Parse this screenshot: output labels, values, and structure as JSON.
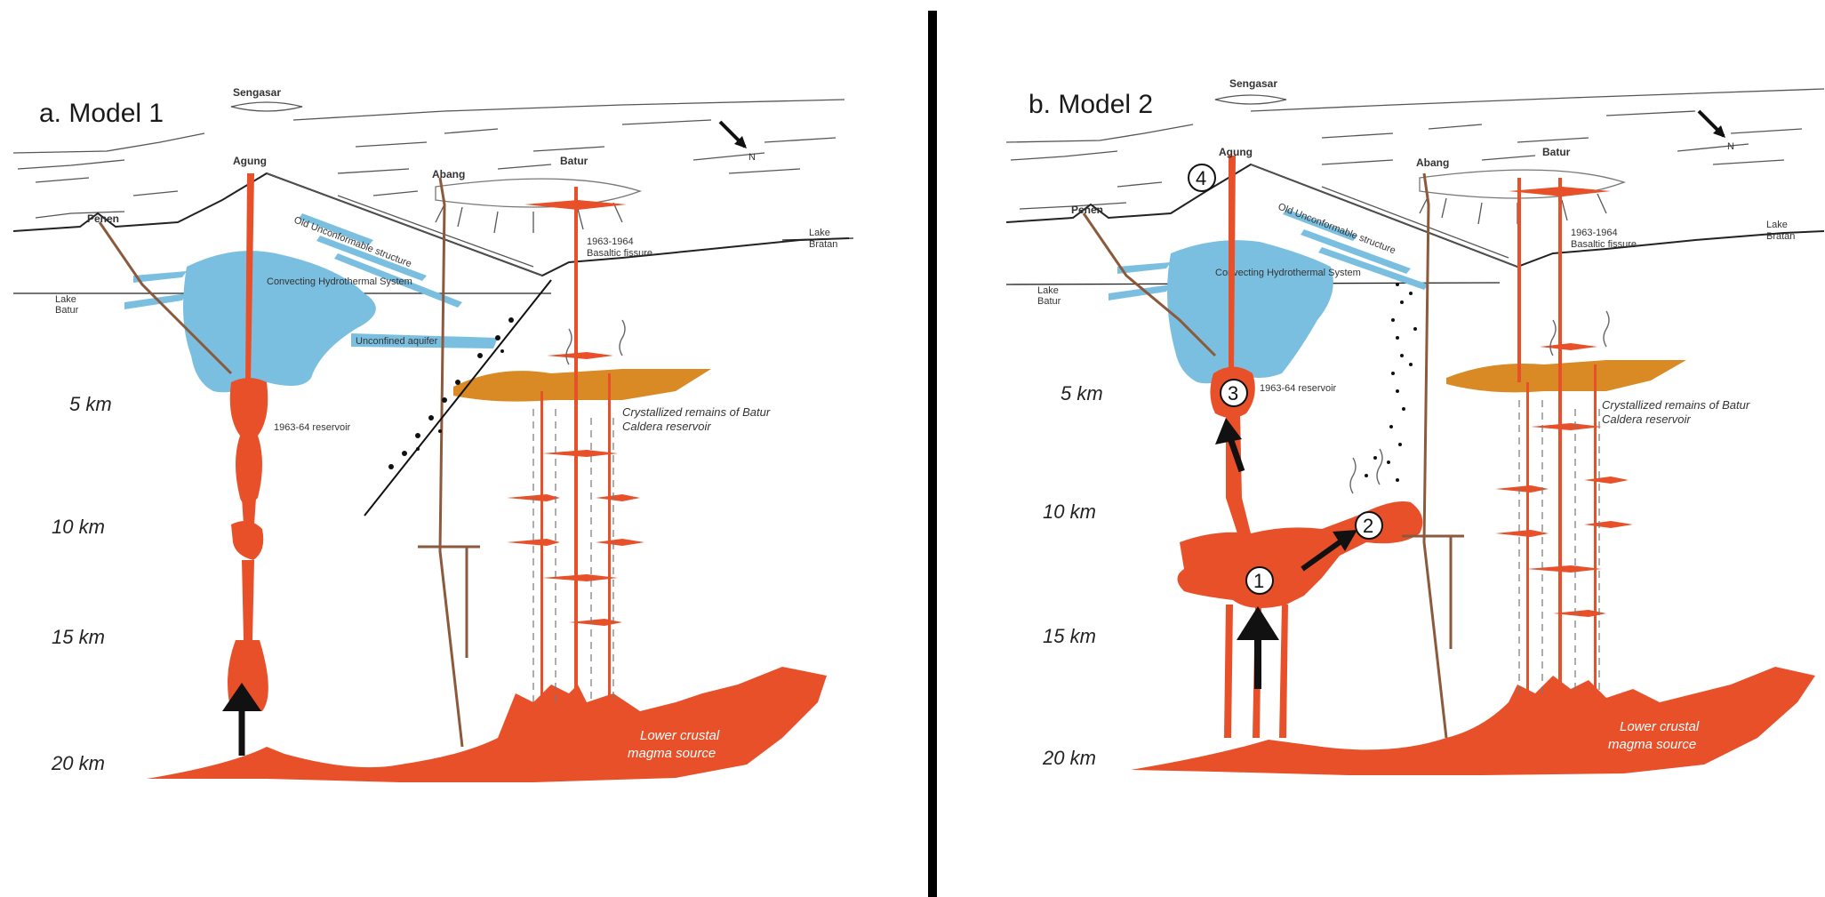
{
  "panel_a": {
    "title": "a. Model 1",
    "labels": {
      "top_town": "Sengasar",
      "north": "N",
      "agung": "Agung",
      "abang": "Abang",
      "batur": "Batur",
      "peneri": "Penen",
      "unconf": "Old Unconformable structure",
      "eruption": "1963-1964",
      "eruption2": "Basaltic fissure",
      "lake_left": "Lake",
      "lake_left2": "Batur",
      "lake_right": "Lake",
      "lake_right2": "Bratan",
      "hydro": "Convecting Hydrothermal System",
      "unconf_aq": "Unconfined aquifer",
      "res_label": "1963-64 reservoir",
      "cryst": "Crystallized remains of Batur",
      "cryst2": "Caldera reservoir",
      "lower_crust": "Lower crustal",
      "lower_crust2": "magma source"
    },
    "depths": [
      "5 km",
      "10 km",
      "15 km",
      "20 km"
    ]
  },
  "panel_b": {
    "title": "b. Model 2",
    "labels": {
      "top_town": "Sengasar",
      "north": "N",
      "agung": "Agung",
      "abang": "Abang",
      "batur": "Batur",
      "peneri": "Penen",
      "unconf": "Old Unconformable structure",
      "eruption": "1963-1964",
      "eruption2": "Basaltic fissure",
      "lake_left": "Lake",
      "lake_left2": "Batur",
      "lake_right": "Lake",
      "lake_right2": "Bratan",
      "hydro": "Convecting Hydrothermal System",
      "res_label": "1963-64 reservoir",
      "cryst": "Crystallized remains of Batur",
      "cryst2": "Caldera reservoir",
      "lower_crust": "Lower crustal",
      "lower_crust2": "magma source"
    },
    "depths": [
      "5 km",
      "10 km",
      "15 km",
      "20 km"
    ],
    "steps": [
      "1",
      "2",
      "3",
      "4"
    ]
  },
  "colors": {
    "magma": "#e8502a",
    "hydrothermal": "#7bbfe0",
    "crystallized": "#d98a24",
    "dike_brown": "#8b5a3c"
  }
}
